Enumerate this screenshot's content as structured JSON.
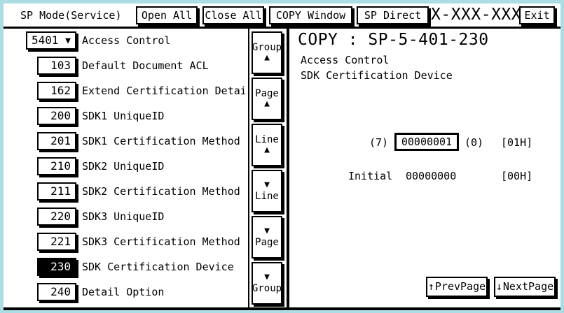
{
  "colors": {
    "frame": "#acdce4",
    "background": "#ffffff",
    "foreground": "#000000",
    "selection_bg": "#000000",
    "selection_fg": "#ffffff"
  },
  "header": {
    "title": "SP Mode(Service)",
    "model": "X-XXX-XXX",
    "buttons": [
      {
        "label": "Open All",
        "name": "open-all-button"
      },
      {
        "label": "Close All",
        "name": "close-all-button"
      },
      {
        "label": "COPY Window",
        "name": "copy-window-button"
      },
      {
        "label": "SP Direct",
        "name": "sp-direct-button"
      },
      {
        "label": "Exit",
        "name": "exit-button"
      }
    ]
  },
  "sp_list": {
    "rows": [
      {
        "number": "5401",
        "label": "Access Control",
        "type": "group",
        "caret": "▼",
        "selected": false
      },
      {
        "number": "103",
        "label": "Default Document ACL",
        "type": "item",
        "selected": false
      },
      {
        "number": "162",
        "label": "Extend Certification Detail",
        "type": "item",
        "selected": false
      },
      {
        "number": "200",
        "label": "SDK1 UniqueID",
        "type": "item",
        "selected": false
      },
      {
        "number": "201",
        "label": "SDK1 Certification Method",
        "type": "item",
        "selected": false
      },
      {
        "number": "210",
        "label": "SDK2 UniqueID",
        "type": "item",
        "selected": false
      },
      {
        "number": "211",
        "label": "SDK2 Certification Method",
        "type": "item",
        "selected": false
      },
      {
        "number": "220",
        "label": "SDK3 UniqueID",
        "type": "item",
        "selected": false
      },
      {
        "number": "221",
        "label": "SDK3 Certification Method",
        "type": "item",
        "selected": false
      },
      {
        "number": "230",
        "label": "SDK Certification Device",
        "type": "item",
        "selected": true
      },
      {
        "number": "240",
        "label": "Detail Option",
        "type": "item",
        "selected": false
      }
    ]
  },
  "nav_column": {
    "buttons": [
      {
        "name": "group-up-button",
        "label": "Group",
        "arrow": "▲",
        "arrow_first": false
      },
      {
        "name": "page-up-button",
        "label": "Page",
        "arrow": "▲",
        "arrow_first": false
      },
      {
        "name": "line-up-button",
        "label": "Line",
        "arrow": "▲",
        "arrow_first": false
      },
      {
        "name": "line-down-button",
        "label": "Line",
        "arrow": "▼",
        "arrow_first": true
      },
      {
        "name": "page-down-button",
        "label": "Page",
        "arrow": "▼",
        "arrow_first": true
      },
      {
        "name": "group-down-button",
        "label": "Group",
        "arrow": "▼",
        "arrow_first": true
      }
    ]
  },
  "detail": {
    "title": "COPY : SP-5-401-230",
    "subtitle1": "Access Control",
    "subtitle2": "SDK Certification Device",
    "value_row": {
      "index": "(7)",
      "value": "00000001",
      "paren": "(0)",
      "hex": "[01H]"
    },
    "initial_row": {
      "label": "Initial",
      "value": "00000000",
      "hex": "[00H]"
    },
    "prev_page_label": "PrevPage",
    "prev_page_arrow": "↑",
    "next_page_label": "NextPage",
    "next_page_arrow": "↓"
  }
}
